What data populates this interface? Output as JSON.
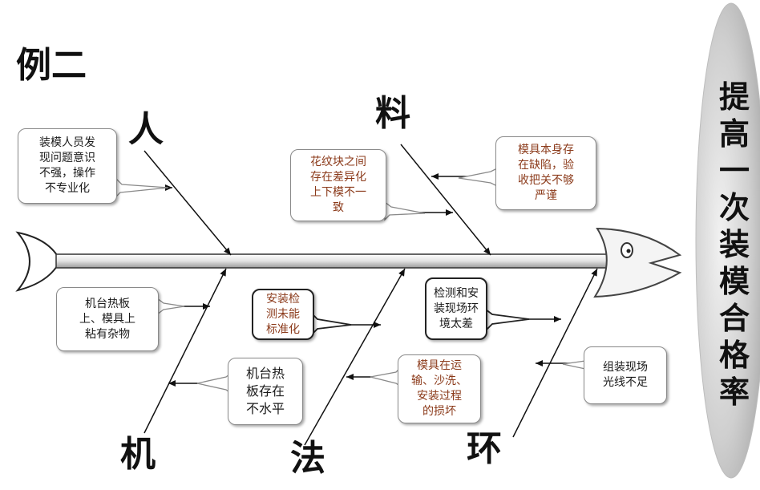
{
  "title": "例二",
  "goal": "提\n高\n一\n次\n装\n模\n合\n格\n率",
  "categories": {
    "people": "人",
    "material": "料",
    "machine": "机",
    "method": "法",
    "environment": "环"
  },
  "causes": {
    "people_1": "装模人员发\n现问题意识\n不强，操作\n不专业化",
    "material_1": "花纹块之间\n存在差异化\n上下模不一\n致",
    "material_2": "模具本身存\n在缺陷，验\n收把关不够\n严谨",
    "machine_1": "机台热板\n上、模具上\n粘有杂物",
    "machine_2": "机台热\n板存在\n不水平",
    "method_1": "安装检\n测未能\n标准化",
    "method_2": "模具在运\n输、沙洗、\n安装过程\n的损坏",
    "environment_1": "检测和安\n装现场环\n境太差",
    "environment_2": "组装现场\n光线不足"
  },
  "colors": {
    "brown_text": "#8b3a1a",
    "spine_fill": "#e6e6e6",
    "goal_fill": "#c8c8c8"
  }
}
